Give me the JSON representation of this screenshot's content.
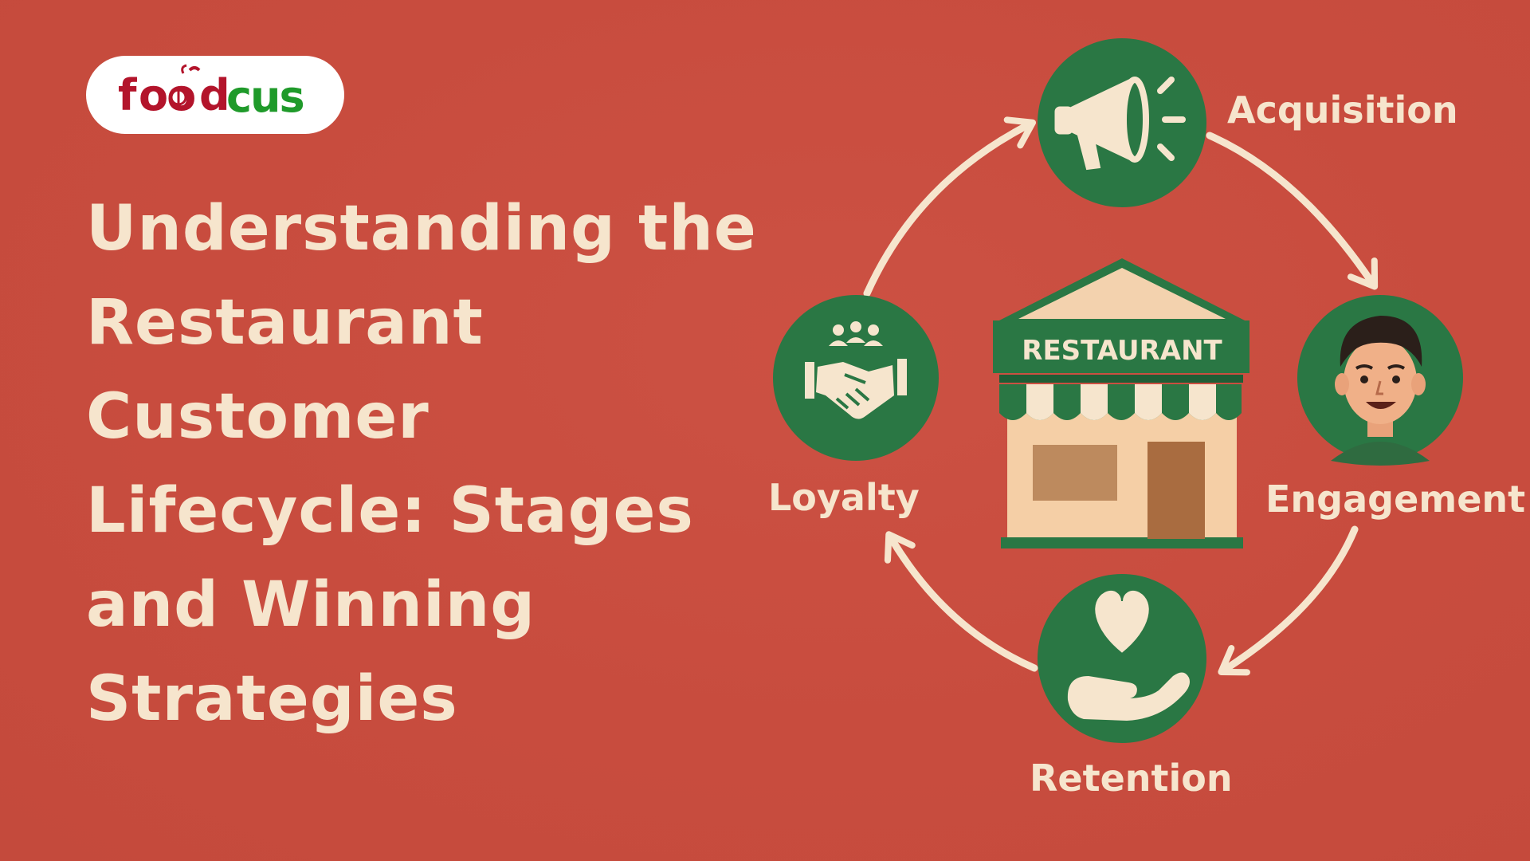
{
  "brand": {
    "logo_text_part1": "food",
    "logo_text_part2": "cus",
    "logo_color_primary": "#b3142b",
    "logo_color_secondary": "#1f9a2a"
  },
  "headline": {
    "lines": [
      "Understanding the",
      "Restaurant",
      "Customer",
      "Lifecycle: Stages",
      "and Winning",
      "Strategies"
    ]
  },
  "diagram": {
    "center_sign": "RESTAURANT",
    "stages": [
      {
        "label": "Acquisition",
        "icon": "megaphone-icon"
      },
      {
        "label": "Engagement",
        "icon": "customer-face-icon"
      },
      {
        "label": "Retention",
        "icon": "heart-in-hand-icon"
      },
      {
        "label": "Loyalty",
        "icon": "handshake-icon"
      }
    ]
  },
  "colors": {
    "background": "#c84c3e",
    "accent_green": "#2a7744",
    "cream": "#f6e5cd"
  }
}
